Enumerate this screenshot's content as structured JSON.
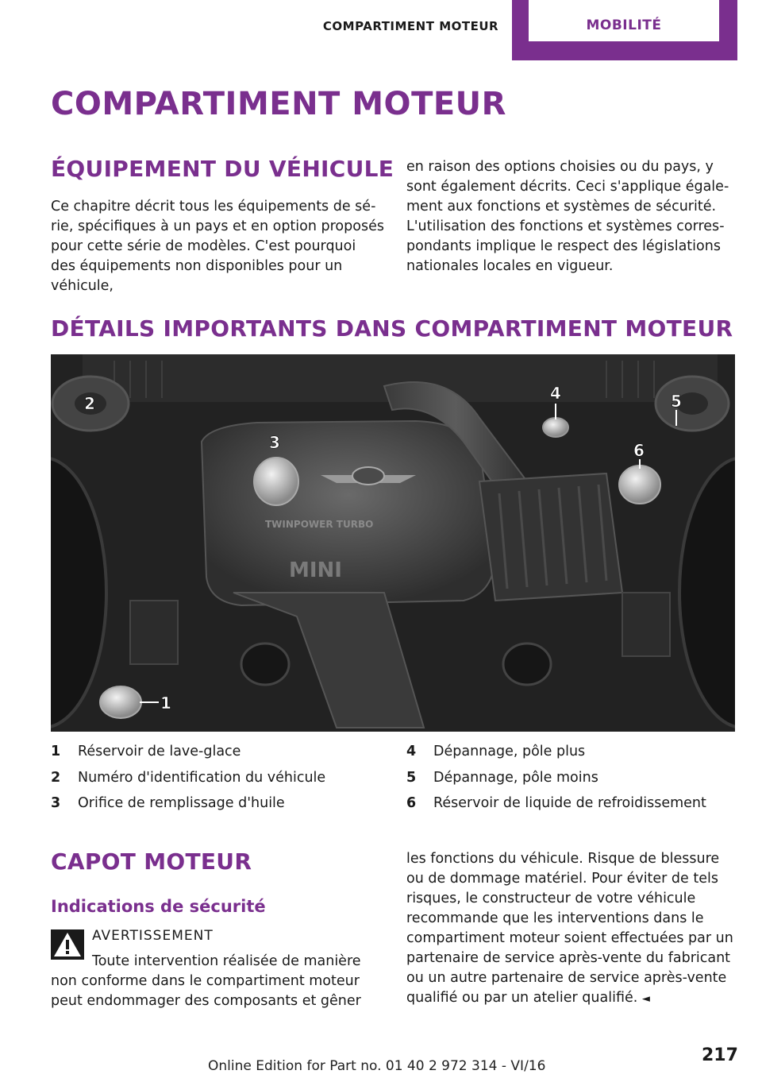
{
  "header": {
    "section": "COMPARTIMENT MOTEUR",
    "tab": "MOBILITÉ"
  },
  "page_title": "COMPARTIMENT MOTEUR",
  "equipment": {
    "heading": "ÉQUIPEMENT DU VÉHICULE",
    "para_left": "Ce chapitre décrit tous les équipements de sé­rie, spécifiques à un pays et en option proposés pour cette série de modèles. C'est pourquoi des équipements non disponibles pour un véhicule,",
    "para_right": "en raison des options choisies ou du pays, y sont également décrits. Ceci s'applique égale­ment aux fonctions et systèmes de sécurité. L'utilisation des fonctions et systèmes corres­pondants implique le respect des législations nationales locales en vigueur."
  },
  "details": {
    "heading": "DÉTAILS IMPORTANTS DANS COMPARTIMENT MOTEUR"
  },
  "photo": {
    "callouts": [
      "1",
      "2",
      "3",
      "4",
      "5",
      "6"
    ],
    "engine_text": "TWINPOWER TURBO",
    "badge_text": "MINI"
  },
  "legend": {
    "left": [
      {
        "num": "1",
        "text": "Réservoir de lave-glace"
      },
      {
        "num": "2",
        "text": "Numéro d'identification du véhicule"
      },
      {
        "num": "3",
        "text": "Orifice de remplissage d'huile"
      }
    ],
    "right": [
      {
        "num": "4",
        "text": "Dépannage, pôle plus"
      },
      {
        "num": "5",
        "text": "Dépannage, pôle moins"
      },
      {
        "num": "6",
        "text": "Réservoir de liquide de refroidissement"
      }
    ]
  },
  "capot": {
    "heading": "CAPOT MOTEUR",
    "subheading": "Indications de sécurité",
    "warning_label": "AVERTISSEMENT",
    "warning_text": "Toute intervention réalisée de manière non conforme dans le compartiment moteur peut endommager des composants et gêner",
    "para_right": "les fonctions du véhicule. Risque de blessure ou de dommage matériel. Pour éviter de tels ris­ques, le constructeur de votre véhicule recom­mande que les interventions dans le comparti­ment moteur soient effectuées par un partenaire de service après-vente du fabricant ou un autre partenaire de service après-vente qualifié ou par un atelier qualifié.",
    "end_mark": "◄"
  },
  "page_number": "217",
  "footer": "Online Edition for Part no. 01 40 2 972 314 - VI/16",
  "colors": {
    "accent": "#7a2f8e"
  }
}
